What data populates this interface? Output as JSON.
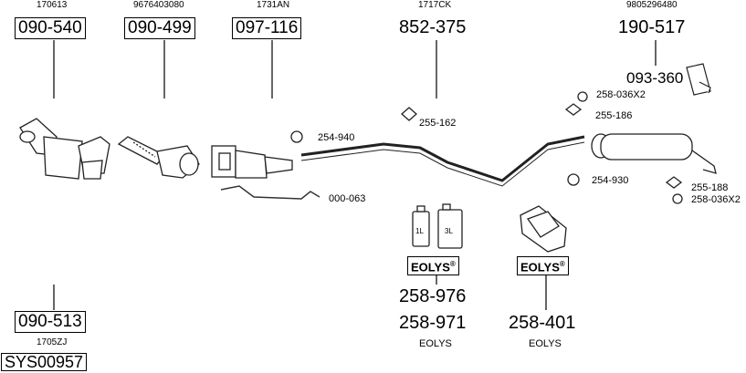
{
  "columns": [
    {
      "ref": "170613",
      "part": "090-540"
    },
    {
      "ref": "9676403080",
      "part": "090-499"
    },
    {
      "ref": "1731AN",
      "part": "097-116"
    },
    {
      "ref": "1717CK",
      "part": "852-375"
    },
    {
      "ref": "9805296480",
      "part": "190-517"
    }
  ],
  "bottom_left": {
    "part": "090-513",
    "ref": "1705ZJ",
    "system": "SYS00957"
  },
  "parts": {
    "p093360": "093-360",
    "p258036x2_top": "258-036X2",
    "p255186": "255-186",
    "p254940": "254-940",
    "p255162": "255-162",
    "p254930": "254-930",
    "p255188": "255-188",
    "p258036x2_bottom": "258-036X2",
    "p000063": "000-063"
  },
  "additive": {
    "eolys_brand": "EOLYS",
    "reg": "®",
    "bottle_1l": "1L",
    "bottle_3l": "3L",
    "part_a": "258-976",
    "part_b": "258-971",
    "label_a": "EOLYS",
    "part_c": "258-401",
    "label_c": "EOLYS"
  }
}
